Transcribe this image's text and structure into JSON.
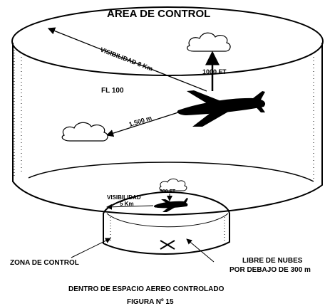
{
  "title": "AREA DE CONTROL",
  "labels": {
    "visibility_upper": "VISIBILIDAD 8 Km",
    "flight_level": "FL 100",
    "vertical_upper": "1000 FT",
    "horizontal_upper": "1.500 m",
    "vertical_lower": "500 FT",
    "visibility_lower_1": "VISIBILIDAD",
    "visibility_lower_2": "5 Km",
    "control_zone": "ZONA DE CONTROL",
    "cloud_free_1": "LIBRE DE NUBES",
    "cloud_free_2": "POR DEBAJO DE 300 m"
  },
  "caption": {
    "line1": "DENTRO DE ESPACIO AEREO CONTROLADO",
    "line2": "FIGURA Nº 15"
  }
}
